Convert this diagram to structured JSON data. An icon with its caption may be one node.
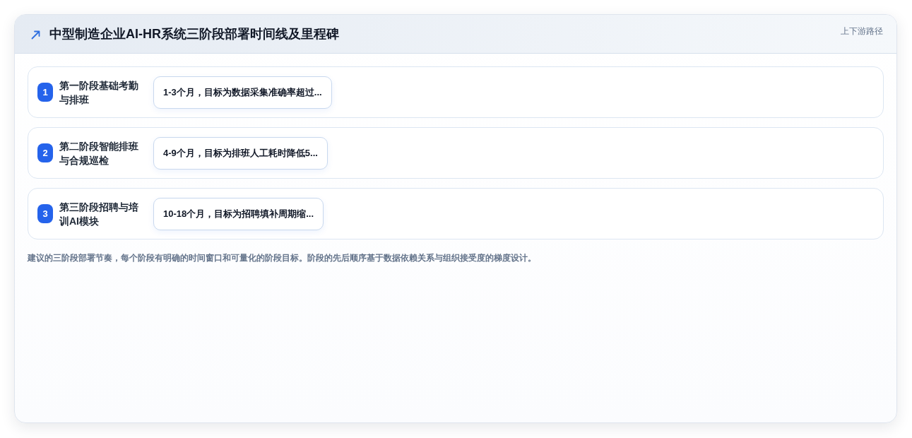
{
  "diagram": {
    "title": "中型制造企业AI-HR系统三阶段部署时间线及里程碑",
    "nodes": [
      {
        "text": [
          "第一阶段基础考勤与排班"
        ]
      },
      {
        "text": [
          "1"
        ],
        "in": 0
      },
      {
        "text": [
          "1-3个月，目标为数据采集准确率超过..."
        ],
        "in": 0
      },
      {
        "text": [
          "第二阶段智能排班与合规巡检"
        ]
      },
      {
        "text": [
          "2"
        ],
        "in": 3
      },
      {
        "text": [
          "4-9个月，目标为排班人工耗时降低5..."
        ],
        "in": 3
      },
      {
        "text": [
          "第三阶段招聘与培训AI模块"
        ]
      },
      {
        "text": [
          "3"
        ],
        "in": 6
      },
      {
        "text": [
          "10-18个月，目标为招聘填补周期缩..."
        ],
        "in": 6
      }
    ],
    "edges": [],
    "labels": [
      "上下游路径"
    ],
    "caption": "建议的三阶段部署节奏，每个阶段有明确的时间窗口和可量化的阶段目标。阶段的先后顺序基于数据依赖关系与组织接受度的梯度设计。"
  }
}
